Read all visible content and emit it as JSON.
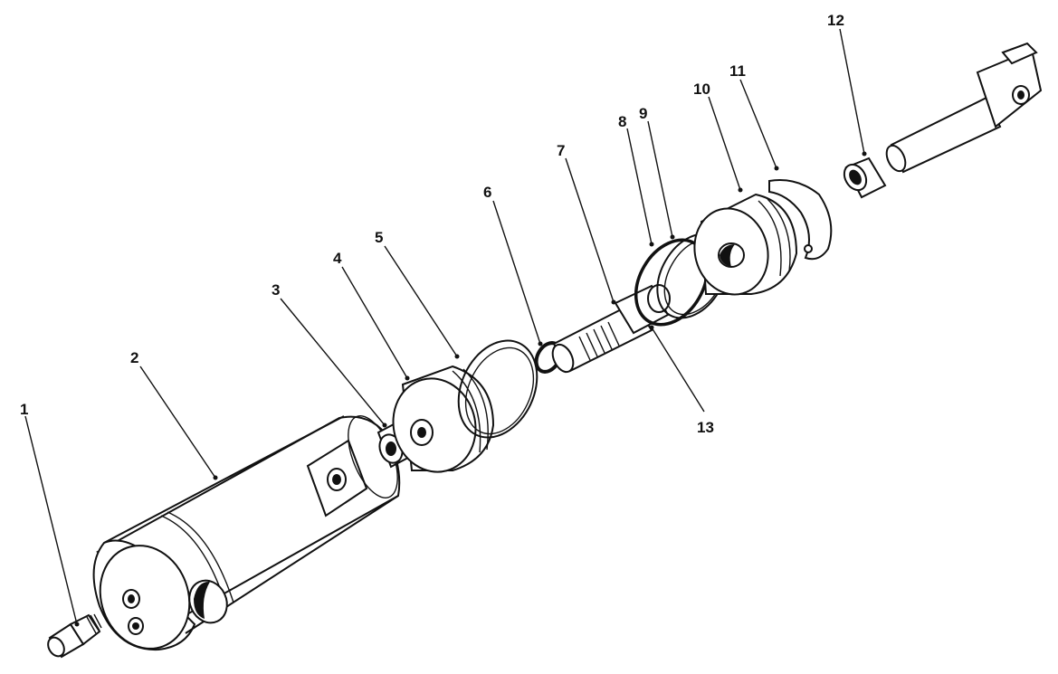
{
  "parts": [
    {
      "id": "1",
      "label": "1"
    },
    {
      "id": "2",
      "label": "2"
    },
    {
      "id": "3",
      "label": "3"
    },
    {
      "id": "4",
      "label": "4"
    },
    {
      "id": "5",
      "label": "5"
    },
    {
      "id": "6",
      "label": "6"
    },
    {
      "id": "7",
      "label": "7"
    },
    {
      "id": "8",
      "label": "8"
    },
    {
      "id": "9",
      "label": "9"
    },
    {
      "id": "10",
      "label": "10"
    },
    {
      "id": "11",
      "label": "11"
    },
    {
      "id": "12",
      "label": "12"
    },
    {
      "id": "13",
      "label": "13"
    }
  ]
}
